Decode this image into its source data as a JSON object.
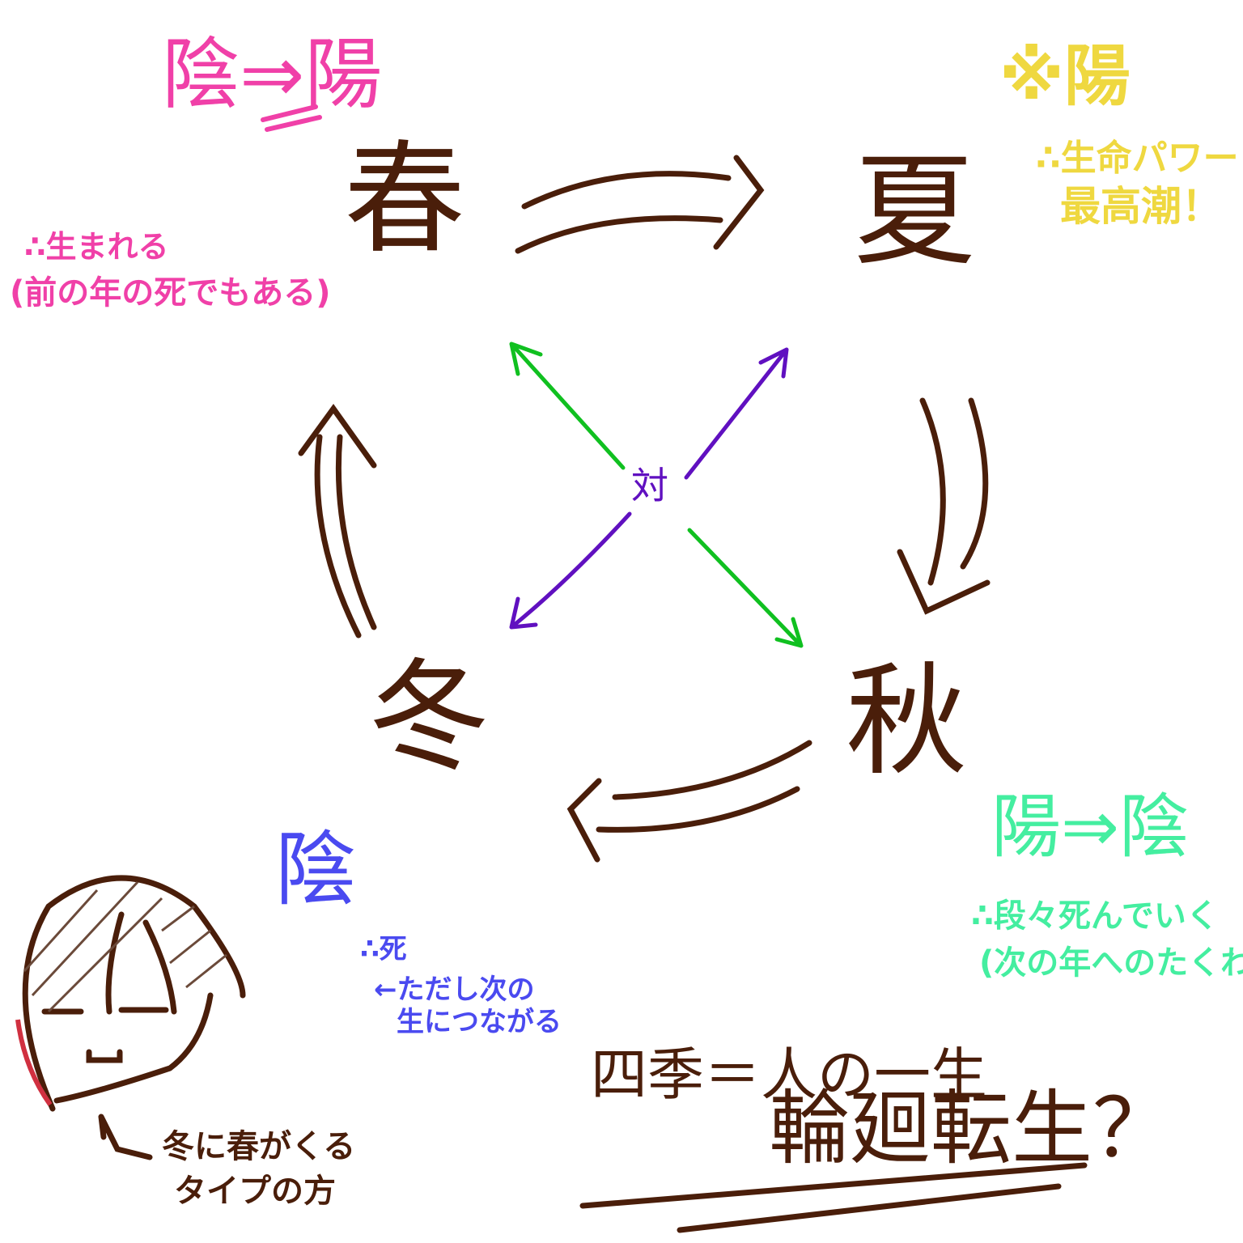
{
  "seasons": {
    "spring": "春",
    "summer": "夏",
    "autumn": "秋",
    "winter": "冬"
  },
  "center": {
    "label": "対"
  },
  "spring_note": {
    "title": "陰⇒陽",
    "line1": "∴生まれる",
    "line2": "(前の年の死でもある)"
  },
  "summer_note": {
    "title": "※陽",
    "line1": "∴生命パワー",
    "line2": "最高潮！"
  },
  "autumn_note": {
    "title": "陽⇒陰",
    "line1": "∴段々死んでいく",
    "line2": "(次の年へのたくわえ)"
  },
  "winter_note": {
    "title": "陰",
    "line1": "∴死",
    "line2": "←ただし次の",
    "line3": "生につながる"
  },
  "conclusion": {
    "line1": "四季＝人の一生",
    "line2": "輪廻転生？"
  },
  "character_caption": {
    "line1": "冬に春がくる",
    "line2": "タイプの方"
  },
  "colors": {
    "ink": "#4a1e0a",
    "spring": "#f040a8",
    "summer": "#efd840",
    "autumn": "#44eea0",
    "winter": "#4a4af0",
    "arrow_purple": "#6010c0",
    "arrow_green": "#10c020"
  }
}
